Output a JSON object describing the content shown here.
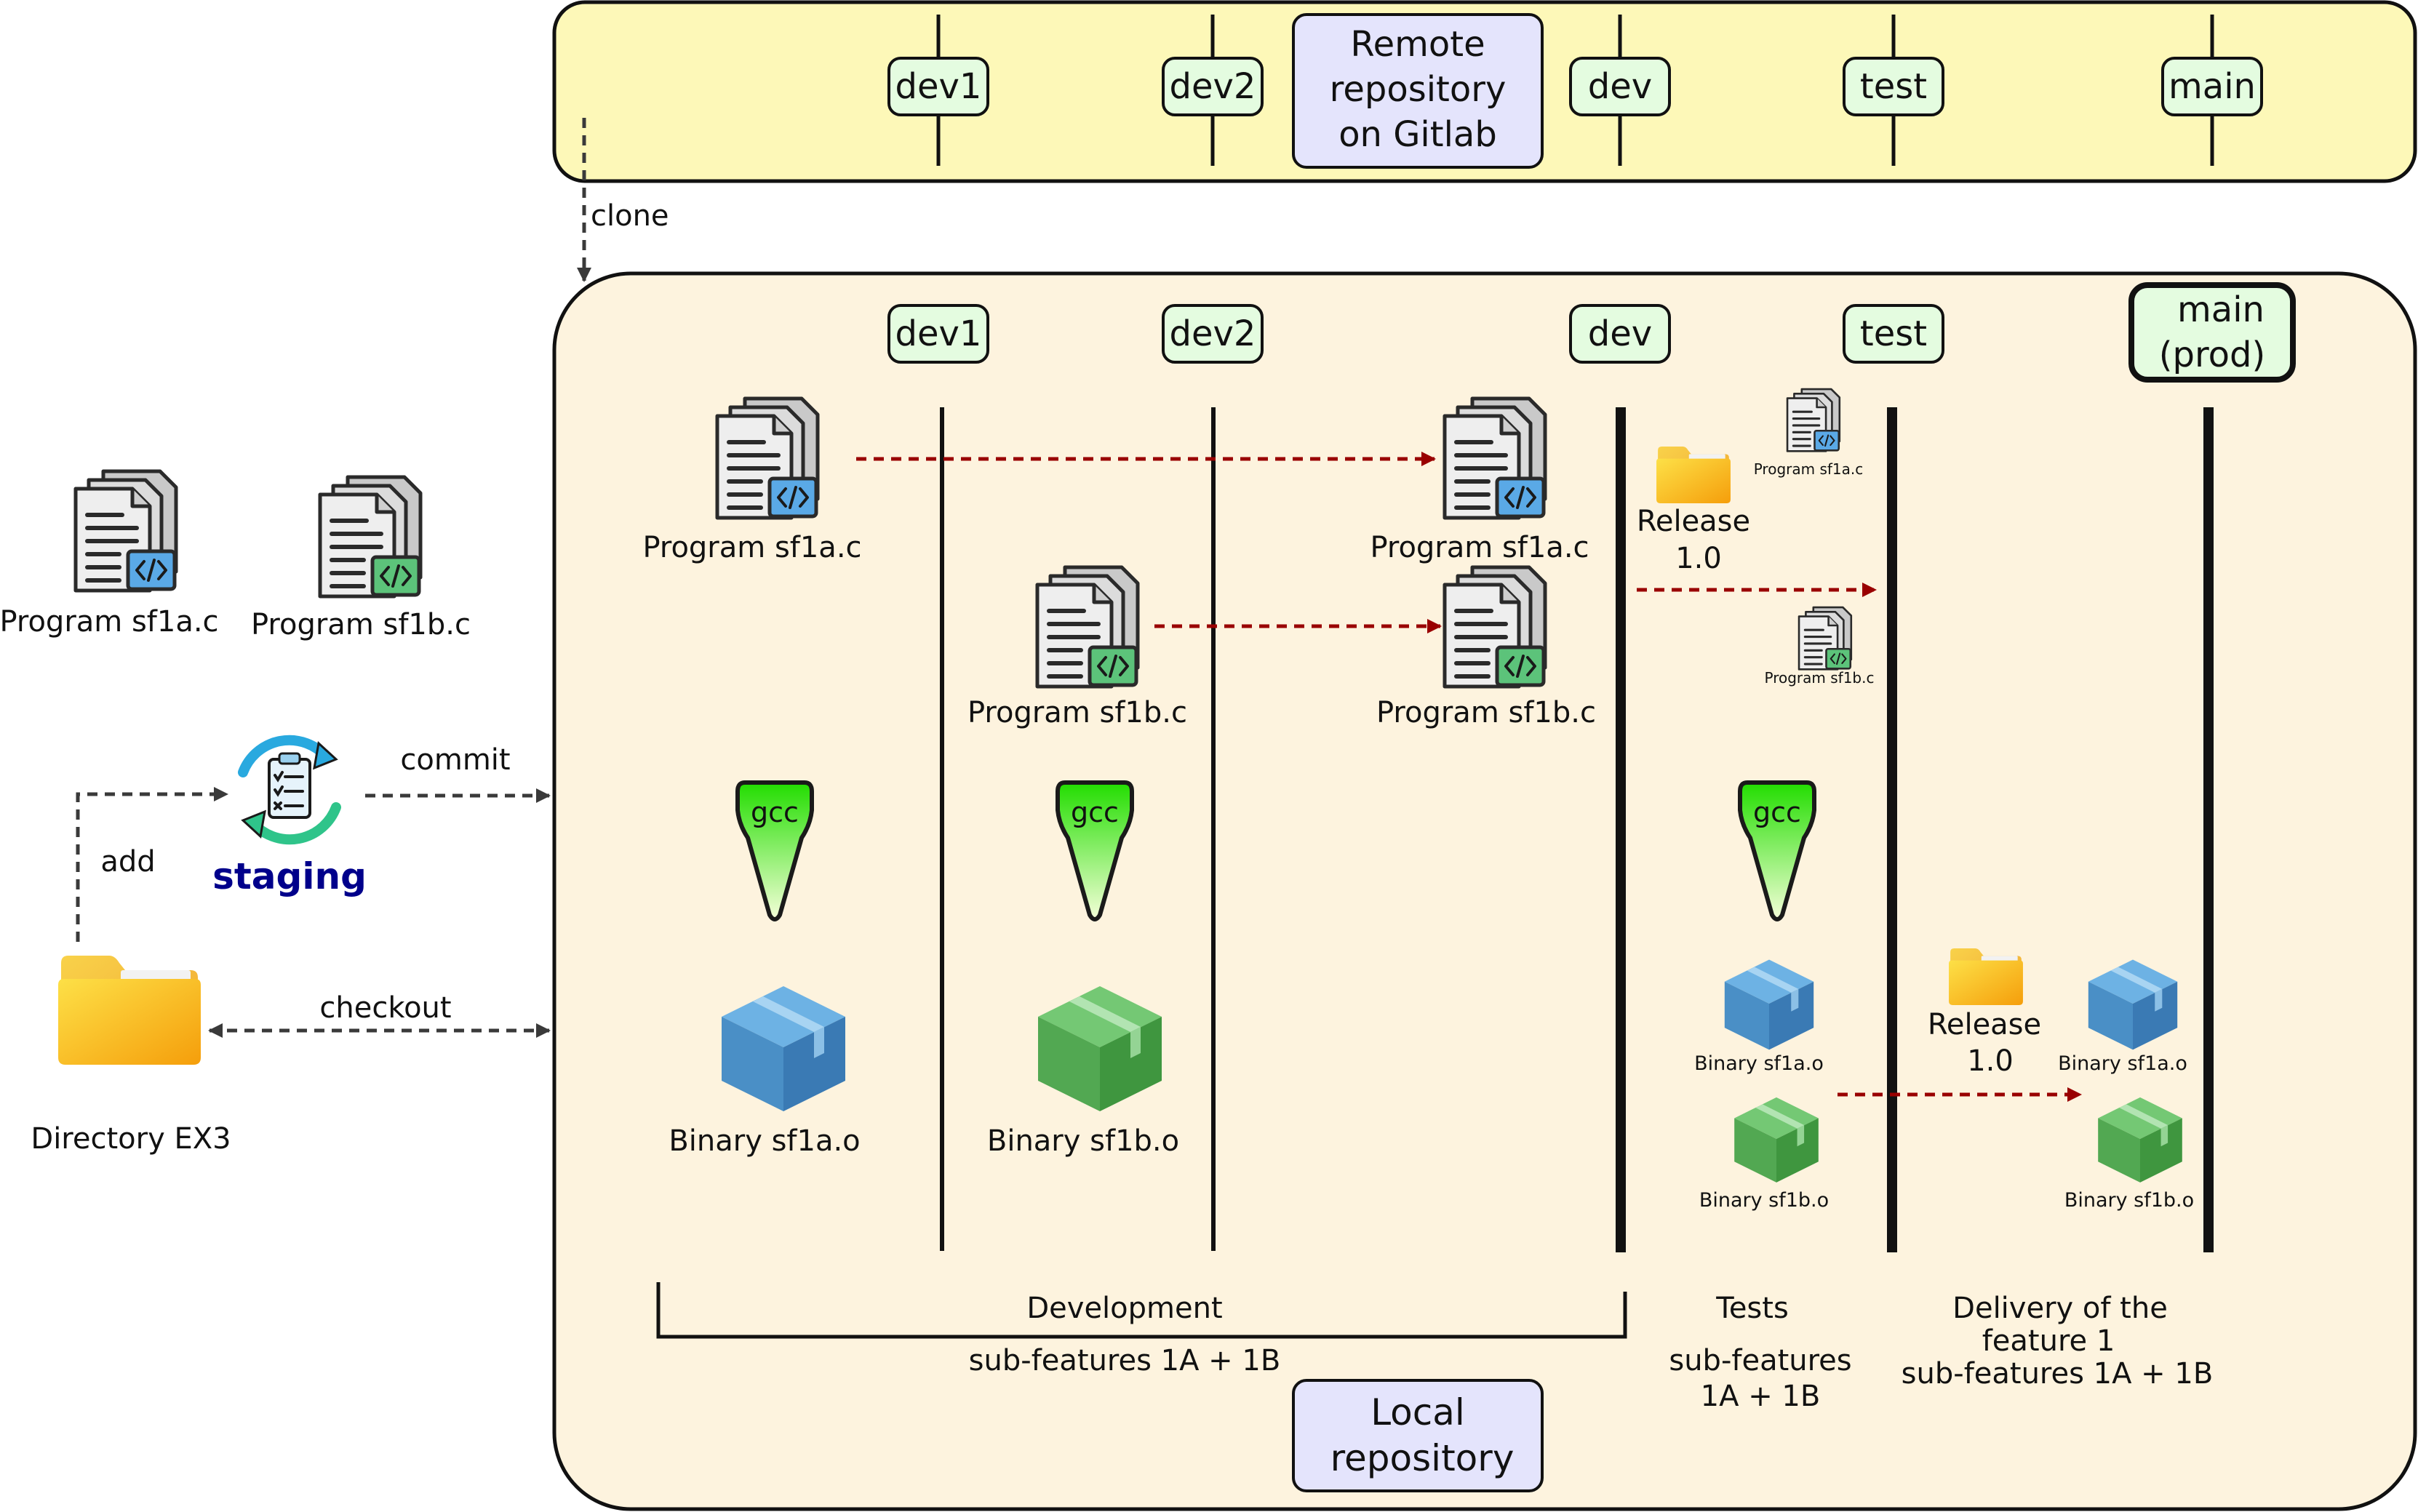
{
  "colors": {
    "remote_bg": "#fdf8b8",
    "local_bg": "#fdf3de",
    "branch_bg": "#e4fce0",
    "title_bg": "#e4e4fc",
    "arrow_red": "#990000",
    "staging_text": "#00008b",
    "box_blue": "#3f86c0",
    "box_green": "#46a046",
    "folder_yellow": "#f6c443"
  },
  "remote": {
    "title": [
      "Remote",
      "repository",
      "on Gitlab"
    ],
    "branches": [
      "dev1",
      "dev2",
      "dev",
      "test",
      "main"
    ]
  },
  "local": {
    "title": [
      "Local",
      "repository"
    ],
    "branches": [
      "dev1",
      "dev2",
      "dev",
      "test"
    ],
    "main_branch": [
      "main",
      "(prod)"
    ]
  },
  "workspace": {
    "file_a": "Program sf1a.c",
    "file_b": "Program sf1b.c",
    "staging": "staging",
    "directory": "Directory EX3",
    "add": "add",
    "commit": "commit",
    "checkout": "checkout",
    "clone": "clone"
  },
  "dev_area": {
    "file_a": "Program sf1a.c",
    "file_b": "Program sf1b.c",
    "dev_file_a": "Program sf1a.c",
    "dev_file_b": "Program sf1b.c",
    "gcc": "gcc",
    "binary_a": "Binary sf1a.o",
    "binary_b": "Binary sf1b.o"
  },
  "test_area": {
    "release": [
      "Release",
      "1.0"
    ],
    "small_file_a": "Program sf1a.c",
    "small_file_b": "Program sf1b.c",
    "gcc": "gcc",
    "binary_a": "Binary sf1a.o",
    "binary_b": "Binary sf1b.o"
  },
  "main_area": {
    "release": [
      "Release",
      "1.0"
    ],
    "binary_a": "Binary sf1a.o",
    "binary_b": "Binary sf1b.o"
  },
  "phases": {
    "development": "Development",
    "development_sub": "sub-features 1A + 1B",
    "tests": "Tests",
    "tests_sub": [
      "sub-features",
      "1A + 1B"
    ],
    "delivery": [
      "Delivery of the",
      "feature 1",
      "sub-features 1A + 1B"
    ]
  },
  "icons": [
    "code-file-icon",
    "folder-icon",
    "package-box-icon",
    "gcc-funnel-icon",
    "staging-cycle-icon"
  ]
}
